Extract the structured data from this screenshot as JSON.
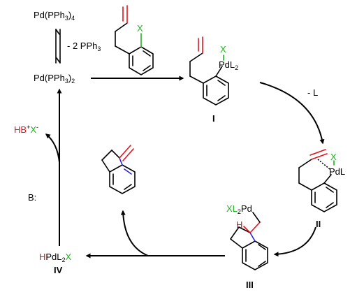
{
  "colors": {
    "black": "#000000",
    "halide": "#1fb31f",
    "hydrogen": "#e0141e",
    "alkene": "#e0141e",
    "newbond": "#2424d8"
  },
  "species": {
    "pd_pph3_4": {
      "main": "Pd(PPh",
      "sub1": "3",
      "close": ")",
      "sub2": "4"
    },
    "pd_pph3_2": {
      "main": "Pd(PPh",
      "sub1": "3",
      "close": ")",
      "sub2": "2"
    },
    "ligand_loss": {
      "main": "- 2 PPh",
      "sub": "3"
    },
    "substrate_x": "X",
    "int_I": {
      "x": "X",
      "pd": "PdL",
      "sub": "2",
      "label": "I"
    },
    "step_minus_l": "- L",
    "int_II": {
      "x": "X",
      "pd": "PdL",
      "label": "II"
    },
    "int_III": {
      "x": "XL",
      "sub": "2",
      "pd": "Pd",
      "h": "H",
      "label": "III"
    },
    "int_IV": {
      "h": "H",
      "pd": "PdL",
      "sub": "2",
      "x": "X",
      "label": "IV"
    },
    "base": "B:",
    "byproduct": {
      "hb": "HB",
      "sup1": "+",
      "x": "X",
      "sup2": "-"
    }
  }
}
